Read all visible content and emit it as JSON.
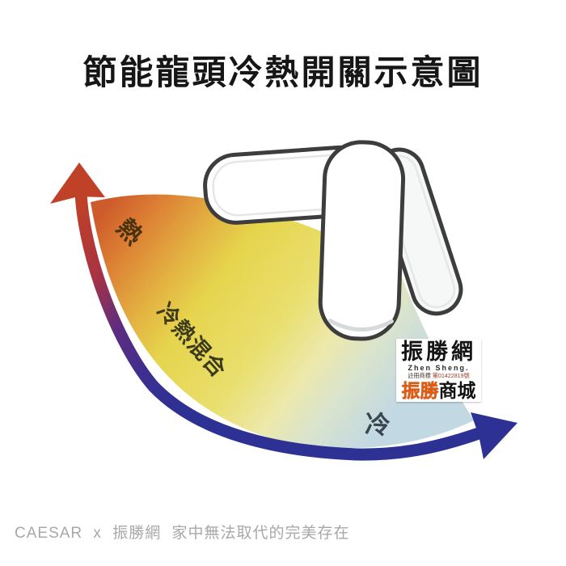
{
  "title": "節能龍頭冷熱開關示意圖",
  "diagram": {
    "labels": {
      "hot": "熱",
      "mix": "冷熱混合",
      "cold": "冷"
    },
    "colors": {
      "hot_arrow": "#bf4127",
      "cold_arrow": "#2c3193",
      "arc_purple": "#5e2c80",
      "hot_zone": "#ce5b2b",
      "mix_zone": "#e6d44c",
      "cold_zone": "#c2d8e2"
    }
  },
  "watermark": {
    "name": "振勝網",
    "romanized": "Zhen Sheng.",
    "trademark_label": "註冊商標",
    "trademark_number": "第01422819號",
    "shop_prefix": "振勝",
    "shop_suffix": "商城"
  },
  "footer": {
    "caption": "CAESAR x 振勝網 家中無法取代的完美存在"
  }
}
